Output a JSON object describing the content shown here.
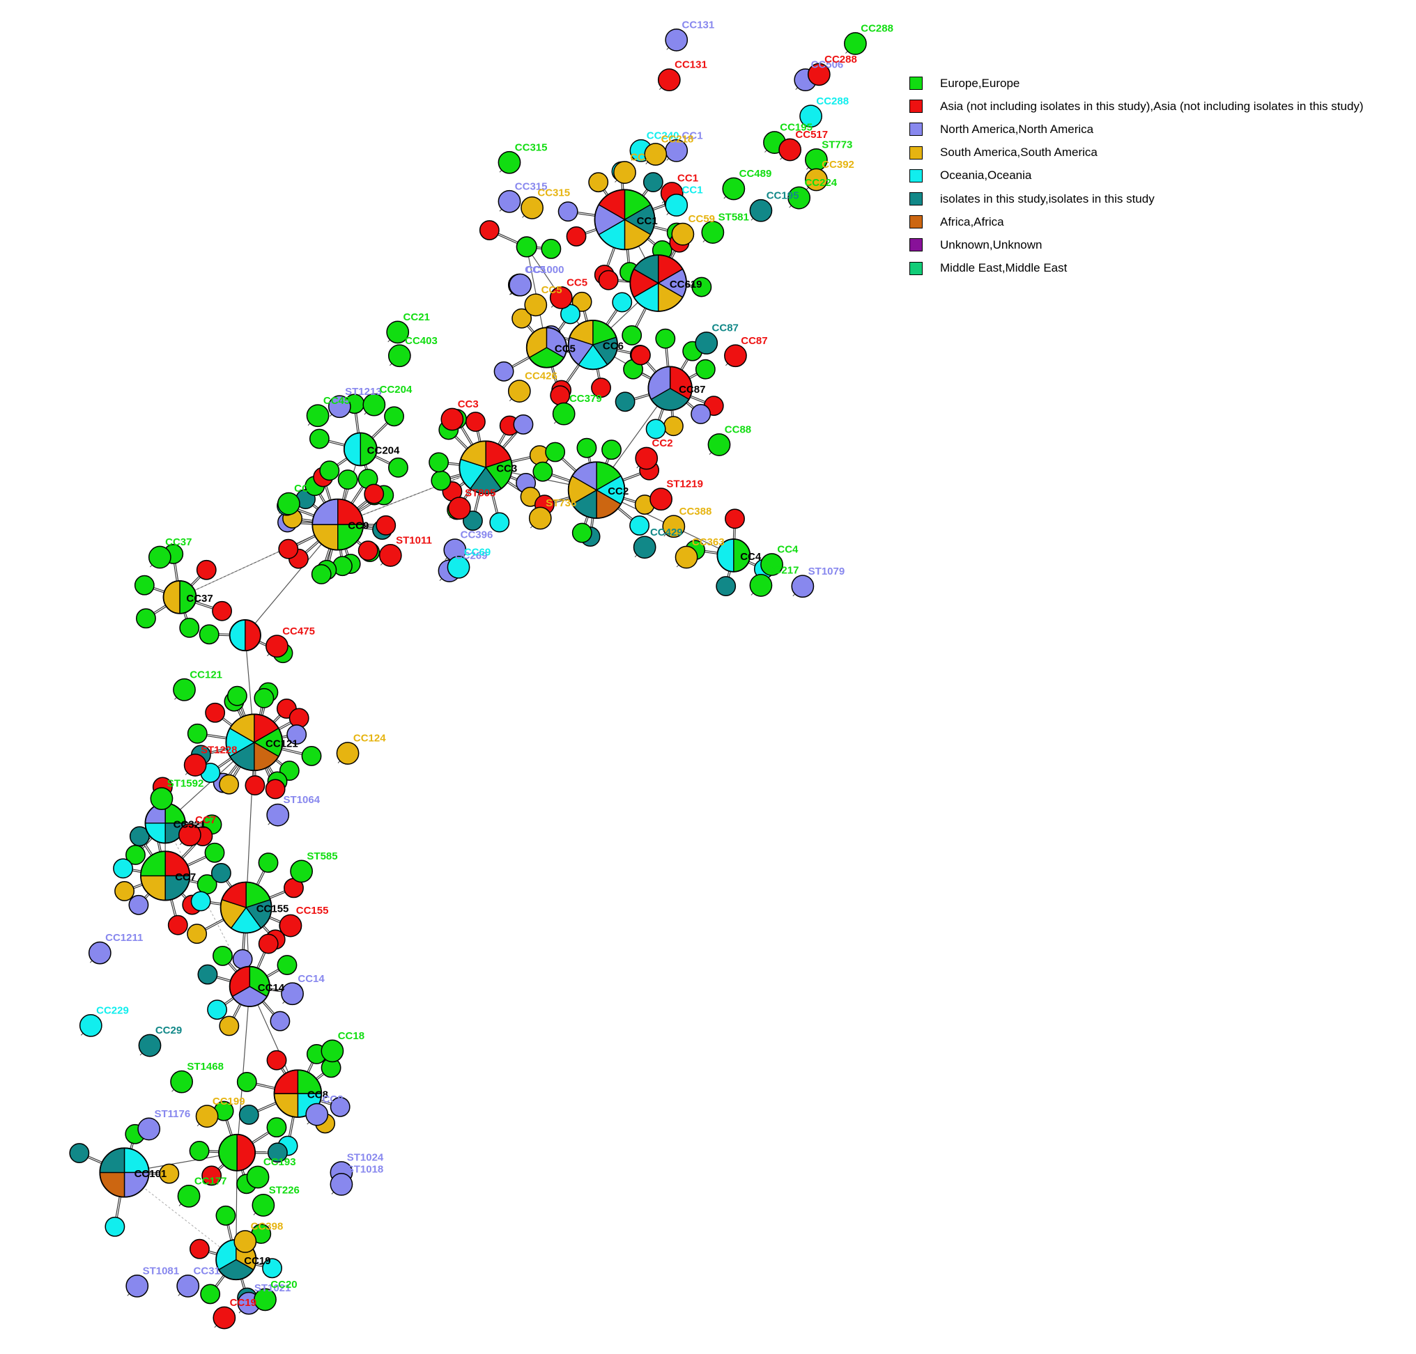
{
  "legend": [
    {
      "label": "Europe,Europe",
      "color": "#11dd11"
    },
    {
      "label": "Asia (not including isolates in this study),Asia (not including isolates in this study)",
      "color": "#ee1111"
    },
    {
      "label": "North America,North America",
      "color": "#8888ee"
    },
    {
      "label": "South America,South America",
      "color": "#e6b411"
    },
    {
      "label": "Oceania,Oceania",
      "color": "#11eeee"
    },
    {
      "label": "isolates in this study,isolates in this study",
      "color": "#118888"
    },
    {
      "label": "Africa,Africa",
      "color": "#cc6611"
    },
    {
      "label": "Unknown,Unknown",
      "color": "#881199"
    },
    {
      "label": "Middle East,Middle East",
      "color": "#11cc77"
    }
  ],
  "colors": {
    "eu": "#11dd11",
    "as": "#ee1111",
    "na": "#8888ee",
    "sa": "#e6b411",
    "oc": "#11eeee",
    "st": "#118888",
    "af": "#cc6611",
    "uk": "#881199",
    "me": "#11cc77"
  },
  "hubs": [
    {
      "id": "CC1",
      "label": "CC1",
      "regions": [
        "eu",
        "st",
        "sa",
        "oc",
        "na",
        "as"
      ]
    },
    {
      "id": "CC619",
      "label": "CC619",
      "regions": [
        "as",
        "na",
        "sa",
        "oc",
        "as",
        "st"
      ]
    },
    {
      "id": "CC6",
      "label": "CC6",
      "regions": [
        "eu",
        "st",
        "oc",
        "na",
        "sa"
      ]
    },
    {
      "id": "CC5",
      "label": "CC5",
      "regions": [
        "na",
        "eu",
        "sa"
      ]
    },
    {
      "id": "CC87",
      "label": "CC87",
      "regions": [
        "as",
        "st",
        "na"
      ]
    },
    {
      "id": "CC3",
      "label": "CC3",
      "regions": [
        "as",
        "eu",
        "st",
        "oc",
        "sa"
      ]
    },
    {
      "id": "CC2",
      "label": "CC2",
      "regions": [
        "eu",
        "oc",
        "af",
        "st",
        "sa",
        "na"
      ]
    },
    {
      "id": "CC4",
      "label": "CC4",
      "regions": [
        "eu",
        "oc"
      ]
    },
    {
      "id": "CC9",
      "label": "CC9",
      "regions": [
        "as",
        "eu",
        "sa",
        "na"
      ]
    },
    {
      "id": "CC204",
      "label": "CC204",
      "regions": [
        "eu",
        "oc"
      ]
    },
    {
      "id": "CC37",
      "label": "CC37",
      "regions": [
        "eu",
        "sa"
      ]
    },
    {
      "id": "CC475",
      "label": "",
      "regions": [
        "as",
        "oc"
      ]
    },
    {
      "id": "CC121",
      "label": "CC121",
      "regions": [
        "as",
        "eu",
        "af",
        "st",
        "oc",
        "sa"
      ]
    },
    {
      "id": "CC321",
      "label": "CC321",
      "regions": [
        "eu",
        "st",
        "oc",
        "na"
      ]
    },
    {
      "id": "CC7",
      "label": "CC7",
      "regions": [
        "as",
        "st",
        "sa",
        "eu"
      ]
    },
    {
      "id": "CC155",
      "label": "CC155",
      "regions": [
        "eu",
        "st",
        "oc",
        "sa",
        "as"
      ]
    },
    {
      "id": "CC14",
      "label": "CC14",
      "regions": [
        "eu",
        "na",
        "as"
      ]
    },
    {
      "id": "CC18",
      "label": "CC8",
      "regions": [
        "eu",
        "oc",
        "sa",
        "as"
      ]
    },
    {
      "id": "CC101",
      "label": "CC101",
      "regions": [
        "oc",
        "na",
        "af",
        "st"
      ]
    },
    {
      "id": "CC19",
      "label": "CC19",
      "regions": [
        "sa",
        "st",
        "oc"
      ]
    },
    {
      "id": "CC8",
      "label": "",
      "regions": [
        "as",
        "eu"
      ]
    },
    {
      "id": "CC1000",
      "label": "",
      "regions": [
        "eu"
      ]
    }
  ],
  "nodes": [
    {
      "text": "CC131",
      "color": "na"
    },
    {
      "text": "CC131",
      "color": "as"
    },
    {
      "text": "CC288",
      "color": "eu"
    },
    {
      "text": "CC506",
      "color": "na"
    },
    {
      "text": "CC288",
      "color": "as"
    },
    {
      "text": "CC288",
      "color": "oc"
    },
    {
      "text": "CC240",
      "color": "oc"
    },
    {
      "text": "CC1",
      "color": "na"
    },
    {
      "text": "CC218",
      "color": "sa"
    },
    {
      "text": "CC101",
      "color": "sa"
    },
    {
      "text": "CC195",
      "color": "eu"
    },
    {
      "text": "CC517",
      "color": "as"
    },
    {
      "text": "ST773",
      "color": "eu"
    },
    {
      "text": "CC392",
      "color": "sa"
    },
    {
      "text": "CC489",
      "color": "eu"
    },
    {
      "text": "CC224",
      "color": "eu"
    },
    {
      "text": "CC195",
      "color": "st"
    },
    {
      "text": "CC315",
      "color": "eu"
    },
    {
      "text": "CC315",
      "color": "na"
    },
    {
      "text": "CC315",
      "color": "sa"
    },
    {
      "text": "CC1",
      "color": "as"
    },
    {
      "text": "CC1",
      "color": "oc"
    },
    {
      "text": "CC59",
      "color": "sa"
    },
    {
      "text": "ST581",
      "color": "eu"
    },
    {
      "text": "CC5",
      "color": "na"
    },
    {
      "text": "CC5",
      "color": "sa"
    },
    {
      "text": "CC5",
      "color": "as"
    },
    {
      "text": "CC87",
      "color": "as"
    },
    {
      "text": "CC87",
      "color": "st"
    },
    {
      "text": "CC88",
      "color": "eu"
    },
    {
      "text": "CC21",
      "color": "eu"
    },
    {
      "text": "CC403",
      "color": "eu"
    },
    {
      "text": "CC426",
      "color": "sa"
    },
    {
      "text": "CC379",
      "color": "eu"
    },
    {
      "text": "ST1219",
      "color": "as"
    },
    {
      "text": "CC388",
      "color": "sa"
    },
    {
      "text": "CC363",
      "color": "sa"
    },
    {
      "text": "CC429",
      "color": "st"
    },
    {
      "text": "CC217",
      "color": "eu"
    },
    {
      "text": "ST1079",
      "color": "na"
    },
    {
      "text": "CC396",
      "color": "na"
    },
    {
      "text": "CC269",
      "color": "na"
    },
    {
      "text": "CC69",
      "color": "oc"
    },
    {
      "text": "ST1011",
      "color": "as"
    },
    {
      "text": "ST805",
      "color": "as"
    },
    {
      "text": "ST736",
      "color": "sa"
    },
    {
      "text": "CC124",
      "color": "sa"
    },
    {
      "text": "ST1228",
      "color": "as"
    },
    {
      "text": "ST1592",
      "color": "eu"
    },
    {
      "text": "ST1064",
      "color": "na"
    },
    {
      "text": "ST585",
      "color": "eu"
    },
    {
      "text": "CC1211",
      "color": "na"
    },
    {
      "text": "CC229",
      "color": "oc"
    },
    {
      "text": "CC29",
      "color": "st"
    },
    {
      "text": "ST1468",
      "color": "eu"
    },
    {
      "text": "ST1176",
      "color": "na"
    },
    {
      "text": "CC199",
      "color": "sa"
    },
    {
      "text": "CC193",
      "color": "eu"
    },
    {
      "text": "ST1024",
      "color": "na"
    },
    {
      "text": "ST1018",
      "color": "na"
    },
    {
      "text": "CC177",
      "color": "eu"
    },
    {
      "text": "CC398",
      "color": "sa"
    },
    {
      "text": "ST226",
      "color": "eu"
    },
    {
      "text": "ST1081",
      "color": "na"
    },
    {
      "text": "CC31",
      "color": "na"
    },
    {
      "text": "ST1021",
      "color": "na"
    },
    {
      "text": "CC20",
      "color": "eu"
    },
    {
      "text": "CC19",
      "color": "as"
    },
    {
      "text": "CC2",
      "color": "as"
    },
    {
      "text": "CC3",
      "color": "as"
    },
    {
      "text": "CC9",
      "color": "eu"
    },
    {
      "text": "CC37",
      "color": "eu"
    },
    {
      "text": "CC121",
      "color": "eu"
    },
    {
      "text": "CC155",
      "color": "as"
    },
    {
      "text": "CC8",
      "color": "na"
    },
    {
      "text": "CC14",
      "color": "na"
    },
    {
      "text": "CC18",
      "color": "eu"
    },
    {
      "text": "CC7",
      "color": "as"
    },
    {
      "text": "CC451",
      "color": "eu"
    },
    {
      "text": "ST1213",
      "color": "na"
    },
    {
      "text": "CC204",
      "color": "eu"
    },
    {
      "text": "CC1000",
      "color": "na"
    },
    {
      "text": "CC475",
      "color": "as"
    },
    {
      "text": "CC4",
      "color": "eu"
    }
  ]
}
